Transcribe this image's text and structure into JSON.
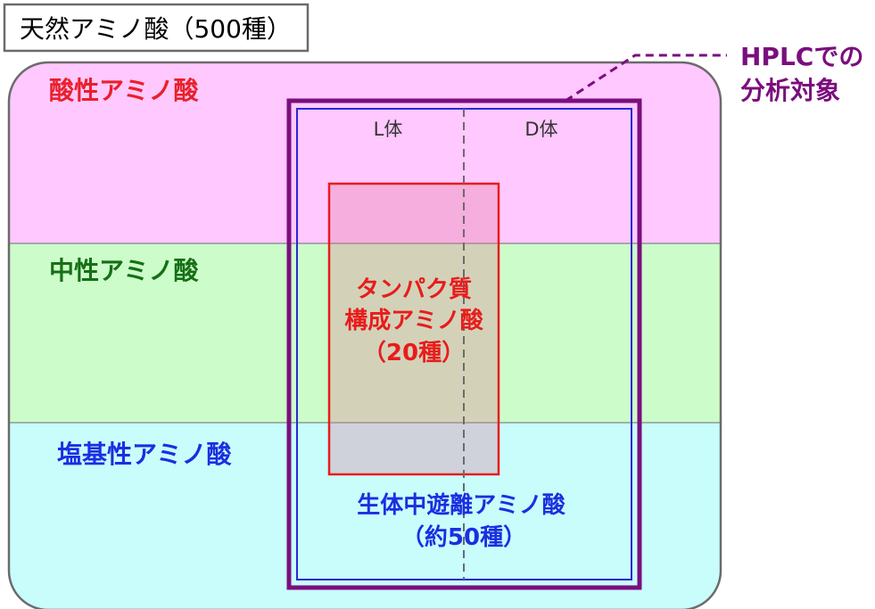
{
  "title": "天然アミノ酸（500種）",
  "zones": {
    "acidic": {
      "label": "酸性アミノ酸",
      "fill": "#ffc8ff",
      "text_color": "#e8202a"
    },
    "neutral": {
      "label": "中性アミノ酸",
      "fill": "#cdfccb",
      "text_color": "#157015"
    },
    "basic": {
      "label": "塩基性アミノ酸",
      "fill": "#c8fdfc",
      "text_color": "#1c2ee0"
    }
  },
  "hplc": {
    "label_line1": "HPLCでの",
    "label_line2": "分析対象",
    "color": "#7b0e7e"
  },
  "chirality": {
    "l_label": "L体",
    "d_label": "D体"
  },
  "protein": {
    "line1": "タンパク質",
    "line2": "構成アミノ酸",
    "line3": "（20種）",
    "color": "#e81c1c"
  },
  "free": {
    "line1": "生体中遊離アミノ酸",
    "line2": "（約50種）",
    "color": "#1c2ee0"
  },
  "colors": {
    "outline": "#6b6b6b",
    "free_border": "#2a2ad0",
    "protein_fill": "#e07a94"
  }
}
